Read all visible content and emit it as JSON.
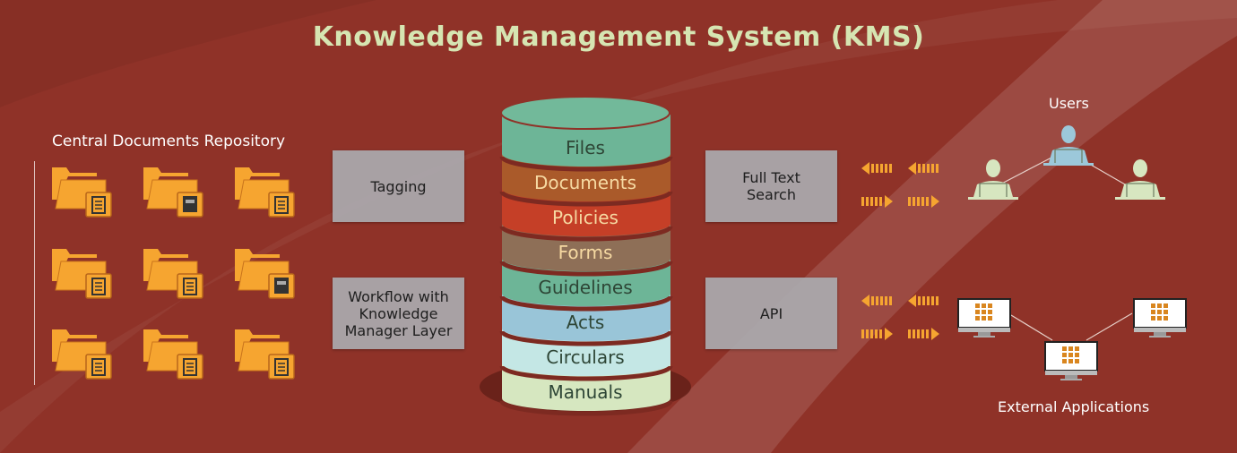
{
  "title": "Knowledge Management System (KMS)",
  "repository": {
    "label": "Central Documents Repository",
    "folders": [
      "notes",
      "book",
      "copies",
      "page",
      "notebook",
      "book",
      "copies",
      "notebook",
      "page"
    ]
  },
  "boxes": {
    "tagging": "Tagging",
    "workflow": [
      "Workflow with",
      "Knowledge",
      "Manager Layer"
    ],
    "search": [
      "Full Text",
      "Search"
    ],
    "api": "API"
  },
  "cylinder": {
    "layers": [
      {
        "label": "Files",
        "color": "#6db597",
        "text": "#2e4636"
      },
      {
        "label": "Documents",
        "color": "#aa5a2a",
        "text": "#f6d9a2"
      },
      {
        "label": "Policies",
        "color": "#c53f27",
        "text": "#f6d9a2"
      },
      {
        "label": "Forms",
        "color": "#8e6f57",
        "text": "#f6d9a2"
      },
      {
        "label": "Guidelines",
        "color": "#6db597",
        "text": "#2e4636"
      },
      {
        "label": "Acts",
        "color": "#99c5d8",
        "text": "#2e4636"
      },
      {
        "label": "Circulars",
        "color": "#c4e7e5",
        "text": "#2e4636"
      },
      {
        "label": "Manuals",
        "color": "#d6e7c0",
        "text": "#2e4636"
      }
    ]
  },
  "users": {
    "label": "Users"
  },
  "external": {
    "label": "External Applications"
  },
  "colors": {
    "background": "#8f3228",
    "arrow": "#f6a530",
    "folder": "#f6a530"
  }
}
